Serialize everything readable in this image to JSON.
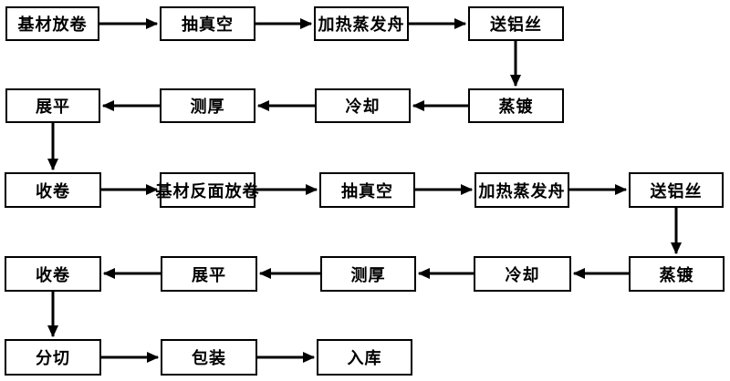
{
  "diagram": {
    "type": "flowchart",
    "background_color": "#ffffff",
    "line_color": "#000000",
    "nodes": [
      {
        "id": "substrate-unwind",
        "label": "基材放卷",
        "row": 1
      },
      {
        "id": "vacuum-1",
        "label": "抽真空",
        "row": 1
      },
      {
        "id": "evaporation-boat-1",
        "label": "加热蒸发舟",
        "row": 1
      },
      {
        "id": "feed-al-wire-1",
        "label": "送铝丝",
        "row": 1
      },
      {
        "id": "flatten-1",
        "label": "展平",
        "row": 2
      },
      {
        "id": "thickness-gauge-1",
        "label": "测厚",
        "row": 2
      },
      {
        "id": "cooling-1",
        "label": "冷却",
        "row": 2
      },
      {
        "id": "vapor-deposition-1",
        "label": "蒸镀",
        "row": 2
      },
      {
        "id": "rewind-1",
        "label": "收卷",
        "row": 3
      },
      {
        "id": "substrate-reverse-unwind",
        "label": "基材反面放卷",
        "row": 3
      },
      {
        "id": "vacuum-2",
        "label": "抽真空",
        "row": 3
      },
      {
        "id": "evaporation-boat-2",
        "label": "加热蒸发舟",
        "row": 3
      },
      {
        "id": "feed-al-wire-2",
        "label": "送铝丝",
        "row": 3
      },
      {
        "id": "rewind-2",
        "label": "收卷",
        "row": 4
      },
      {
        "id": "flatten-2",
        "label": "展平",
        "row": 4
      },
      {
        "id": "thickness-gauge-2",
        "label": "测厚",
        "row": 4
      },
      {
        "id": "cooling-2",
        "label": "冷却",
        "row": 4
      },
      {
        "id": "vapor-deposition-2",
        "label": "蒸镀",
        "row": 4
      },
      {
        "id": "slitting",
        "label": "分切",
        "row": 5
      },
      {
        "id": "packaging",
        "label": "包装",
        "row": 5
      },
      {
        "id": "warehousing",
        "label": "入库",
        "row": 5
      }
    ],
    "edges": [
      {
        "from": "substrate-unwind",
        "to": "vacuum-1"
      },
      {
        "from": "vacuum-1",
        "to": "evaporation-boat-1"
      },
      {
        "from": "evaporation-boat-1",
        "to": "feed-al-wire-1"
      },
      {
        "from": "feed-al-wire-1",
        "to": "vapor-deposition-1"
      },
      {
        "from": "vapor-deposition-1",
        "to": "cooling-1"
      },
      {
        "from": "cooling-1",
        "to": "thickness-gauge-1"
      },
      {
        "from": "thickness-gauge-1",
        "to": "flatten-1"
      },
      {
        "from": "flatten-1",
        "to": "rewind-1"
      },
      {
        "from": "rewind-1",
        "to": "substrate-reverse-unwind"
      },
      {
        "from": "substrate-reverse-unwind",
        "to": "vacuum-2"
      },
      {
        "from": "vacuum-2",
        "to": "evaporation-boat-2"
      },
      {
        "from": "evaporation-boat-2",
        "to": "feed-al-wire-2"
      },
      {
        "from": "feed-al-wire-2",
        "to": "vapor-deposition-2"
      },
      {
        "from": "vapor-deposition-2",
        "to": "cooling-2"
      },
      {
        "from": "cooling-2",
        "to": "thickness-gauge-2"
      },
      {
        "from": "thickness-gauge-2",
        "to": "flatten-2"
      },
      {
        "from": "flatten-2",
        "to": "rewind-2"
      },
      {
        "from": "rewind-2",
        "to": "slitting"
      },
      {
        "from": "slitting",
        "to": "packaging"
      },
      {
        "from": "packaging",
        "to": "warehousing"
      }
    ]
  }
}
